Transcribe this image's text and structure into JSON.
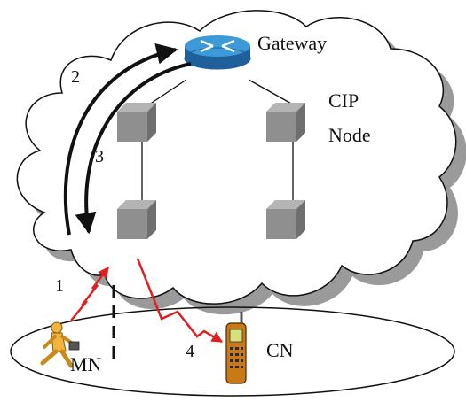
{
  "labels": {
    "gateway": "Gateway",
    "cip_line1": "CIP",
    "cip_line2": "Node",
    "mn": "MN",
    "cn": "CN"
  },
  "steps": [
    "1",
    "2",
    "3",
    "4"
  ],
  "colors": {
    "cloud_fill": "#ffffff",
    "cloud_shadow": "#9a9a9a",
    "node_fill": "#8f8f8f",
    "node_top": "#b4b4b4",
    "router_body": "#1f6fb2",
    "router_top": "#3d9ad8",
    "signal": "#e0201e",
    "arrow": "#111111"
  },
  "icons": {
    "gateway": "router-icon",
    "cip_node": "cube-node-icon",
    "mn": "walking-person-with-laptop-icon",
    "cn": "mobile-phone-icon"
  }
}
